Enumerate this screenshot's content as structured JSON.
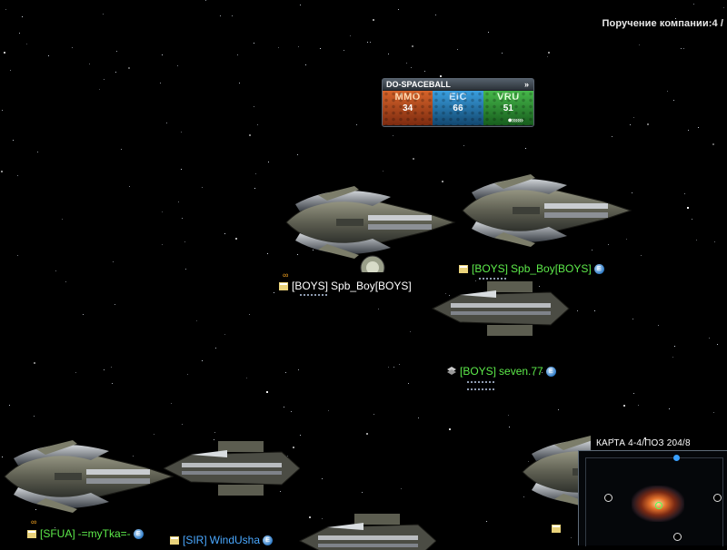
{
  "hud": {
    "mission_text": "Поручение компании:4 /"
  },
  "spaceball": {
    "title": "DO-SPACEBALL",
    "arrow": "»",
    "teams": [
      {
        "name": "MMO",
        "score": "34"
      },
      {
        "name": "EIC",
        "score": "66"
      },
      {
        "name": "VRU",
        "score": "51"
      }
    ],
    "ball_indicator": "●»»»"
  },
  "players": [
    {
      "clan": "[BOYS]",
      "name": "Spb_Boy[BOYS]",
      "color": "#ffffff",
      "obscured": true
    },
    {
      "clan": "[BOYS]",
      "name": "Spb_Boy[BOYS]",
      "color": "#5dea4a"
    },
    {
      "clan": "[BOYS]",
      "name": "seven.77",
      "color": "#5dea4a"
    },
    {
      "clan": "[SFUA]",
      "name": "-=myTka=-",
      "color": "#5dea4a"
    },
    {
      "clan": "[SIR]",
      "name": "WindUsha",
      "color": "#4aa8ff"
    }
  ],
  "minimap": {
    "title": "КАРТА 4-4/ПОЗ 204/8"
  },
  "icons": {
    "rank": "rank-icon",
    "faction": "faction-eic-icon",
    "drone": "drone-formation-icon"
  }
}
